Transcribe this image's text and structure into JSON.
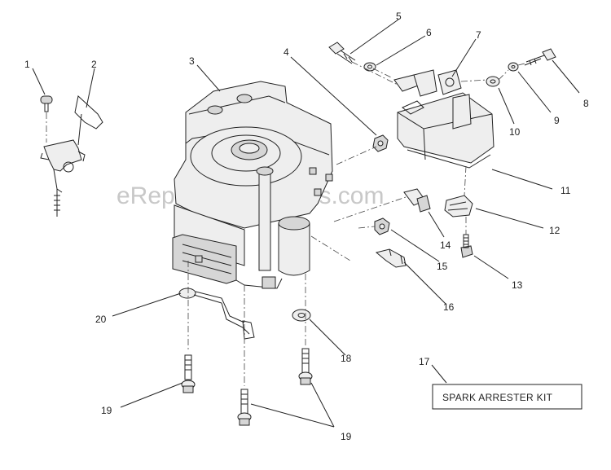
{
  "watermark": "eReplacementParts.com",
  "kit_label": "SPARK ARRESTER KIT",
  "callouts": {
    "c1": "1",
    "c2": "2",
    "c3": "3",
    "c4": "4",
    "c5": "5",
    "c6": "6",
    "c7": "7",
    "c8": "8",
    "c9": "9",
    "c10": "10",
    "c11": "11",
    "c12": "12",
    "c13": "13",
    "c14": "14",
    "c15": "15",
    "c16": "16",
    "c17": "17",
    "c18": "18",
    "c19a": "19",
    "c19b": "19",
    "c20": "20"
  }
}
